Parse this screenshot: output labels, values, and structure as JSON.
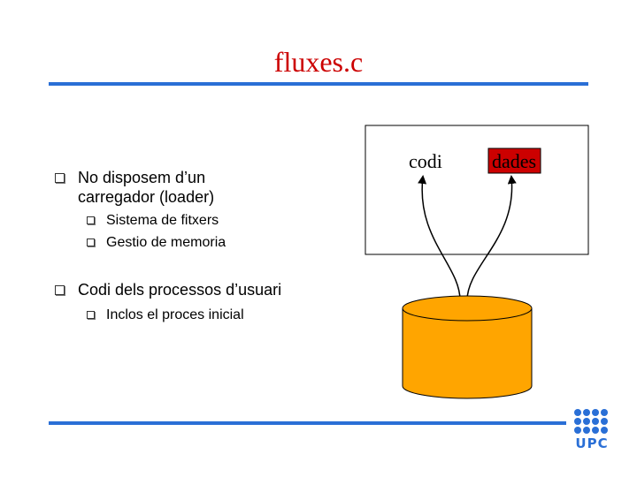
{
  "slide": {
    "title": "fluxes.c"
  },
  "bullets": [
    {
      "text_line1": "No disposem d’un",
      "text_line2": "carregador (loader)",
      "sub": [
        "Sistema de fitxers",
        "Gestio de memoria"
      ]
    },
    {
      "text_line1": "Codi dels processos d’usuari",
      "sub": [
        "Inclos el proces inicial"
      ]
    }
  ],
  "diagram": {
    "label_codi": "codi",
    "label_dades": "dades",
    "colors": {
      "dades_fill": "#cc0000",
      "disk_fill": "#ffa500",
      "rule": "#2a6fd6",
      "title": "#cc0000"
    }
  },
  "logo": {
    "text": "UPC",
    "color": "#2a6fd6"
  }
}
